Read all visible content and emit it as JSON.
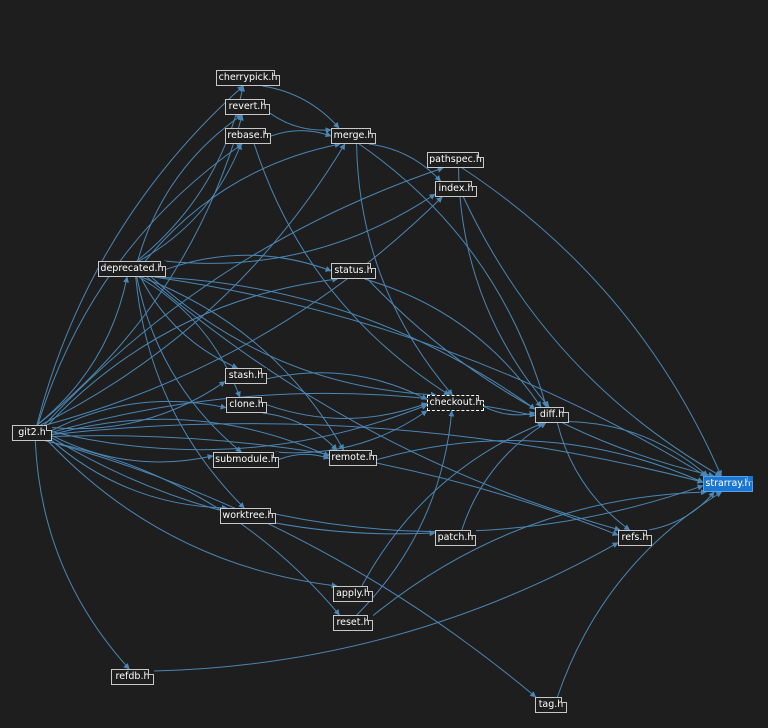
{
  "colors": {
    "background": "#1e1e1e",
    "edge": "#4b86b4",
    "node_border": "#c8c8c8",
    "highlight": "#1976d2"
  },
  "nodes": {
    "git2": "git2.h",
    "deprecated": "deprecated.h",
    "cherrypick": "cherrypick.h",
    "revert": "revert.h",
    "rebase": "rebase.h",
    "merge": "merge.h",
    "pathspec": "pathspec.h",
    "index": "index.h",
    "status": "status.h",
    "stash": "stash.h",
    "clone": "clone.h",
    "checkout": "checkout.h",
    "diff": "diff.h",
    "submodule": "submodule.h",
    "remote": "remote.h",
    "worktree": "worktree.h",
    "strarray": "strarray.h",
    "patch": "patch.h",
    "refs": "refs.h",
    "apply": "apply.h",
    "reset": "reset.h",
    "refdb": "refdb.h",
    "tag": "tag.h"
  },
  "edges": [
    [
      "git2",
      "deprecated"
    ],
    [
      "git2",
      "cherrypick"
    ],
    [
      "git2",
      "revert"
    ],
    [
      "git2",
      "rebase"
    ],
    [
      "git2",
      "merge"
    ],
    [
      "git2",
      "pathspec"
    ],
    [
      "git2",
      "index"
    ],
    [
      "git2",
      "status"
    ],
    [
      "git2",
      "stash"
    ],
    [
      "git2",
      "clone"
    ],
    [
      "git2",
      "checkout"
    ],
    [
      "git2",
      "diff"
    ],
    [
      "git2",
      "submodule"
    ],
    [
      "git2",
      "remote"
    ],
    [
      "git2",
      "worktree"
    ],
    [
      "git2",
      "strarray"
    ],
    [
      "git2",
      "patch"
    ],
    [
      "git2",
      "refs"
    ],
    [
      "git2",
      "apply"
    ],
    [
      "git2",
      "reset"
    ],
    [
      "git2",
      "refdb"
    ],
    [
      "git2",
      "tag"
    ],
    [
      "deprecated",
      "cherrypick"
    ],
    [
      "deprecated",
      "revert"
    ],
    [
      "deprecated",
      "rebase"
    ],
    [
      "deprecated",
      "merge"
    ],
    [
      "deprecated",
      "index"
    ],
    [
      "deprecated",
      "status"
    ],
    [
      "deprecated",
      "stash"
    ],
    [
      "deprecated",
      "clone"
    ],
    [
      "deprecated",
      "checkout"
    ],
    [
      "deprecated",
      "diff"
    ],
    [
      "deprecated",
      "submodule"
    ],
    [
      "deprecated",
      "remote"
    ],
    [
      "deprecated",
      "worktree"
    ],
    [
      "deprecated",
      "strarray"
    ],
    [
      "deprecated",
      "refs"
    ],
    [
      "cherrypick",
      "merge"
    ],
    [
      "revert",
      "merge"
    ],
    [
      "rebase",
      "merge"
    ],
    [
      "rebase",
      "checkout"
    ],
    [
      "merge",
      "index"
    ],
    [
      "merge",
      "checkout"
    ],
    [
      "merge",
      "diff"
    ],
    [
      "pathspec",
      "diff"
    ],
    [
      "pathspec",
      "strarray"
    ],
    [
      "index",
      "strarray"
    ],
    [
      "status",
      "diff"
    ],
    [
      "status",
      "strarray"
    ],
    [
      "stash",
      "checkout"
    ],
    [
      "clone",
      "checkout"
    ],
    [
      "clone",
      "remote"
    ],
    [
      "submodule",
      "checkout"
    ],
    [
      "submodule",
      "remote"
    ],
    [
      "checkout",
      "diff"
    ],
    [
      "diff",
      "strarray"
    ],
    [
      "diff",
      "refs"
    ],
    [
      "remote",
      "strarray"
    ],
    [
      "worktree",
      "strarray"
    ],
    [
      "patch",
      "diff"
    ],
    [
      "refs",
      "strarray"
    ],
    [
      "apply",
      "diff"
    ],
    [
      "reset",
      "checkout"
    ],
    [
      "reset",
      "strarray"
    ],
    [
      "refdb",
      "refs"
    ],
    [
      "tag",
      "strarray"
    ]
  ]
}
